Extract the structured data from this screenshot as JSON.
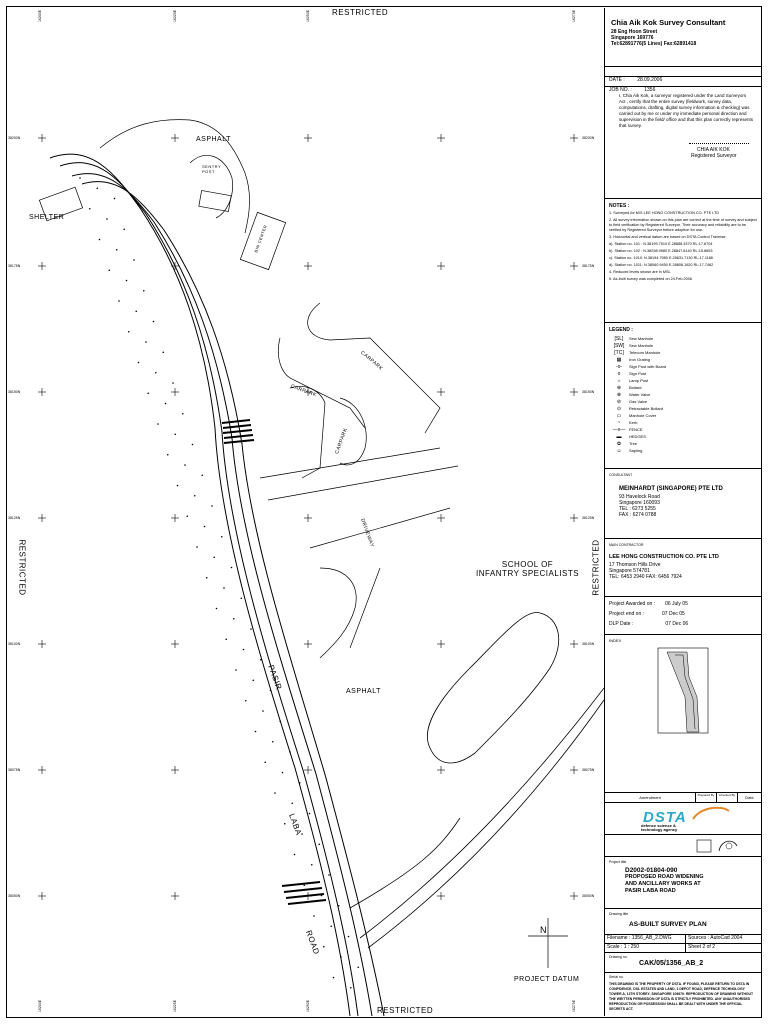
{
  "labels": {
    "top": "RESTRICTED",
    "bottom": "RESTRICTED",
    "left": "RESTRICTED",
    "right": "RESTRICTED",
    "asphalt_top": "ASPHALT",
    "asphalt_mid": "ASPHALT",
    "shelter": "SHELTER",
    "school": "SCHOOL OF\nINFANTRY SPECIALISTS",
    "pasir": "PASIR",
    "laba": "LABA",
    "road": "ROAD",
    "carpark1": "CARPARK",
    "carpark2": "CARPARK",
    "carpark3": "CARPARK",
    "driveway": "DRIVEWAY",
    "sentry": "SENTRY\nPOST",
    "bin_center": "BIN CENTER",
    "north": "N",
    "project_datum": "PROJECT DATUM"
  },
  "grid": {
    "y_labels": [
      "38200N",
      "38175N",
      "38150N",
      "38125N",
      "38100N",
      "38075N",
      "38050N"
    ],
    "x_labels": [
      "16200E",
      "16225E",
      "16250E",
      "16275E"
    ]
  },
  "title_block": {
    "company": "Chia Aik Kok Survey Consultant",
    "address": "28 Eng Hoon Street\nSingapore 169776",
    "tel": "Tel:62891776(5 Lines) Fax:62891418",
    "date_label": "DATE :",
    "date_value": "28.09.2006",
    "job_label": "JOB NO. :",
    "job_value": "1356",
    "certification": "I, Chia Aik Kok, a surveyor registered under the Land Surveyors Act , certify that the entire survey (fieldwork, survey data, computations, drafting, digital survey information & checking) was carried out by me or under my immediate personal direction and supervision in the field/ office and that this plan correctly represents that survey.",
    "surveyor_name": "CHIA AIK KOK",
    "surveyor_title": "Registered Surveyor",
    "notes_title": "NOTES :",
    "notes": [
      "1. Surveyed for M/S LEE HONG CONSTRUCTION CO. PTE LTD",
      "2. All survey information shown on this plan are correct at the time of survey and subject to field verification by Registered Surveyor. Their accuracy and reliability are to be verified by Registered Surveyor before adoption for use.",
      "3. Horizontal and vertical datum are based on DSTA Control Traverse:",
      "a). Station no. 101 : N.38199.7510 E.28888.3370 RL:17.8704",
      "b). Station no. 102 : N.38298.9980 E.28847.8140 RL:15.8653",
      "c). Station no. 1010: N.38194.7980 E.28631.7130 RL:17.1186",
      "d). Station no. 1011: N.38060.9450 E.28808.1620 RL:17.7462",
      "4. Reduced levels shown are in MSL",
      "5. As-built survey was completed on 24.Feb.2006"
    ],
    "legend_title": "LEGEND :",
    "legend": [
      {
        "sym": "[SL]",
        "text": "Sew Manhole"
      },
      {
        "sym": "[SW]",
        "text": "Sew Manhole"
      },
      {
        "sym": "[TC]",
        "text": "Telecom Manhole"
      },
      {
        "sym": "▦",
        "text": "Iron Grating"
      },
      {
        "sym": "-o-",
        "text": "Sign Post with Board"
      },
      {
        "sym": "o",
        "text": "Sign Post"
      },
      {
        "sym": "☼",
        "text": "Lamp Post"
      },
      {
        "sym": "⊕",
        "text": "Bollard"
      },
      {
        "sym": "⊗",
        "text": "Water Valve"
      },
      {
        "sym": "⊘",
        "text": "Gas Valve"
      },
      {
        "sym": "⊙",
        "text": "Retractable Bollard"
      },
      {
        "sym": "▭",
        "text": "Manhole Cover"
      },
      {
        "sym": "~",
        "text": "Kerb"
      },
      {
        "sym": "—x—",
        "text": "FENCE"
      },
      {
        "sym": "▬",
        "text": "HEDGES"
      },
      {
        "sym": "✿",
        "text": "Tree"
      },
      {
        "sym": "☺",
        "text": "Sapling"
      }
    ],
    "consultant_label": "CONSULTANT",
    "consultant_name": "MEINHARDT (SINGAPORE) PTE LTD",
    "consultant_address": "93 Havelock Road\nSingapore 160093",
    "consultant_tel": "TEL : 6273 5255",
    "consultant_fax": "FAX : 6274 0788",
    "contractor_label": "MAIN CONTRACTOR",
    "contractor_name": "LEE HONG CONSTRUCTION CO. PTE LTD",
    "contractor_address": "17 Thomson Hills Drive\nSingapore 574781",
    "contractor_tel": "TEL: 6453 2940   FAX: 6456 7924",
    "project_awarded_label": "Project Awarded on :",
    "project_awarded_value": "06 July 05",
    "project_end_label": "Project end on :",
    "project_end_value": "07 Dec 05",
    "dlp_label": "DLP Date :",
    "dlp_value": "07 Dec 06",
    "index_label": "INDEX",
    "amendment": "Amendment",
    "prepared_by": "Prepared By",
    "checked_by": "Checked By",
    "date_col": "Date",
    "dsta": "DSTA",
    "dsta_tag": "defence science &\ntechnology agency",
    "project_title_label": "Project title",
    "project_code": "D2002-01804-090",
    "project_title": "PROPOSED ROAD WIDENING\nAND ANCILLARY WORKS AT\nPASIR LABA ROAD",
    "drawing_title_label": "Drawing title",
    "drawing_title": "AS-BUILT SURVEY PLAN",
    "filename_label": "Filename :",
    "filename_value": "1356_AB_2.DWG",
    "sources_label": "Sources :",
    "sources_value": "AutoCad 2004",
    "scale_label": "Scale :",
    "scale_value": "1 : 250",
    "sheet_label": "Sheet",
    "sheet_value": "2  of  2",
    "drawing_no_label": "Drawing no.",
    "drawing_no": "CAK/05/1356_AB_2",
    "serial_label": "Serial no.",
    "footer": "THIS DRAWING IS THE PROPERTY OF DSTA. IF FOUND, PLEASE RETURN TO DSTA IN CONFIDENCE, DSL ESTATES AND LAND, 1 DEPOT ROAD, DEFENCE TECHNOLOGY TOWER A, 12TH STOREY, SINGAPORE 109679. REPRODUCTION OF DRAWING WITHOUT THE WRITTEN PERMISSION OF DSTA IS STRICTLY PROHIBITED. ANY UNAUTHORISED REPRODUCTION OR POSSESSION SHALL BE DEALT WITH UNDER THE OFFICIAL SECRETS ACT."
  }
}
